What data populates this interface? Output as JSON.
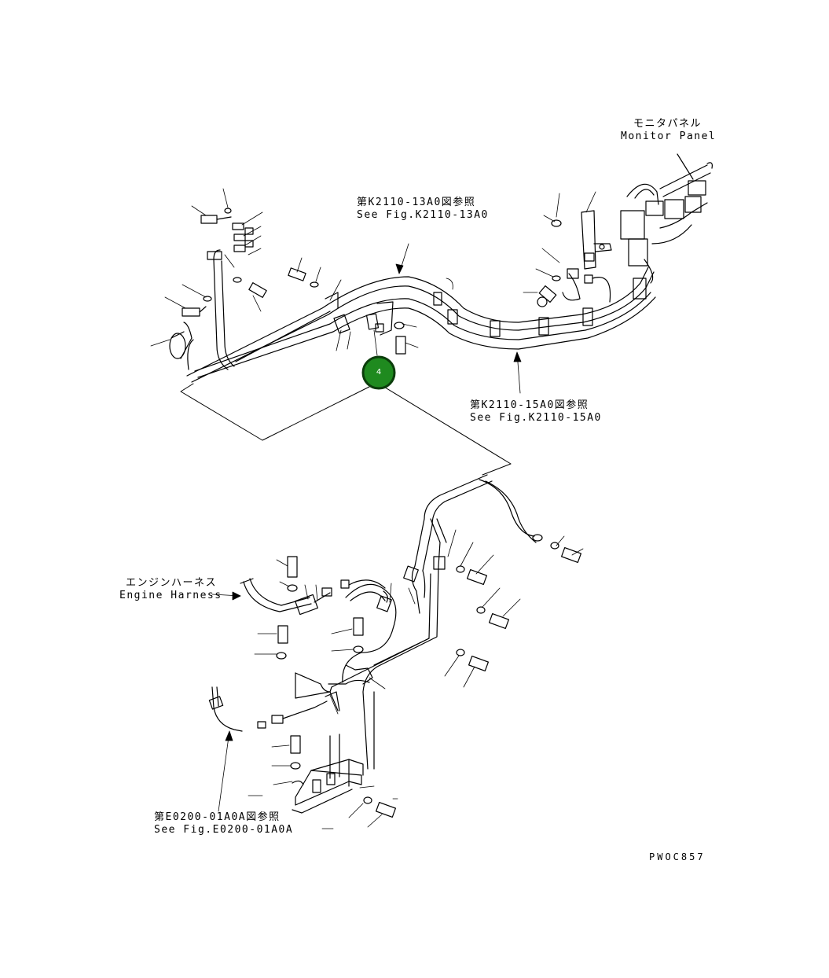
{
  "labels": {
    "monitor_panel_jp": "モニタパネル",
    "monitor_panel_en": "Monitor Panel",
    "ref_k2110_13a0_jp": "第K2110-13A0図参照",
    "ref_k2110_13a0_en": "See Fig.K2110-13A0",
    "ref_k2110_15a0_jp": "第K2110-15A0図参照",
    "ref_k2110_15a0_en": "See Fig.K2110-15A0",
    "engine_harness_jp": "エンジンハーネス",
    "engine_harness_en": "Engine Harness",
    "ref_e0200_jp": "第E0200-01A0A図参照",
    "ref_e0200_en": "See Fig.E0200-01A0A",
    "drawing_code": "PWOC857"
  },
  "callout": {
    "number": "4",
    "color": "#1f8a1f",
    "border": "#0b3d0b"
  }
}
